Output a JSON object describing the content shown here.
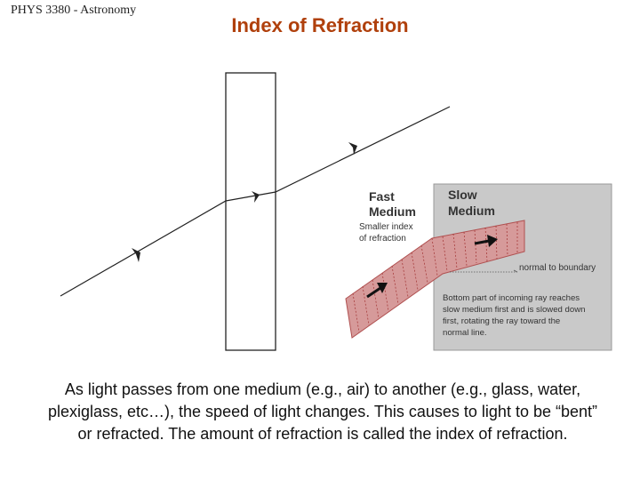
{
  "header": {
    "course": "PHYS 3380 - Astronomy"
  },
  "title": "Index of Refraction",
  "figure": {
    "fast_medium": [
      "Fast",
      "Medium"
    ],
    "smaller_index": [
      "Smaller index",
      "of refraction"
    ],
    "slow_medium": [
      "Slow",
      "Medium"
    ],
    "normal_label": "normal to boundary",
    "note_lines": [
      "Bottom part of incoming ray reaches",
      "slow medium first and is slowed down",
      "first, rotating the ray toward the",
      "normal line."
    ]
  },
  "caption": "As light passes from one medium (e.g., air) to another (e.g., glass, water, plexiglass, etc…), the speed of light changes. This causes to light to be “bent” or refracted. The amount of refraction is called the index of refraction."
}
